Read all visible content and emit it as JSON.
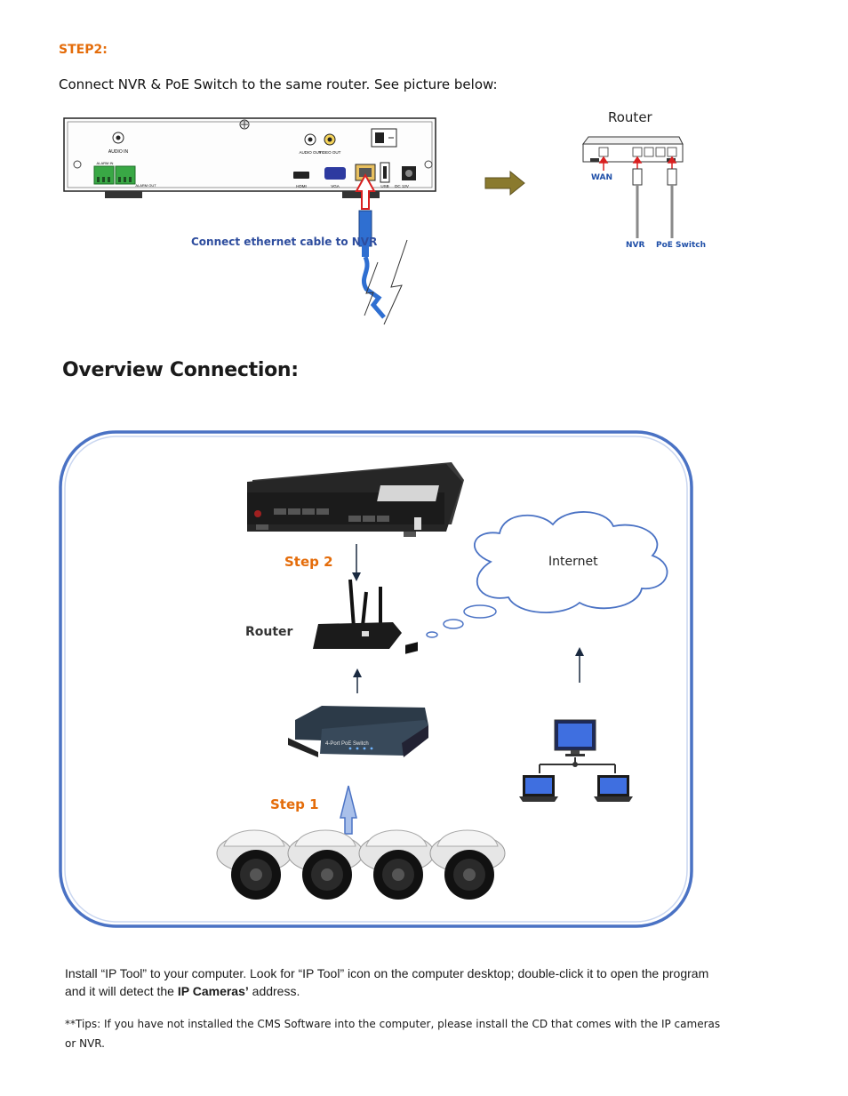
{
  "step2": {
    "title": "STEP2:",
    "description": "Connect NVR &  PoE Switch to the same router. See picture below:"
  },
  "nvr_panel": {
    "audio_in": "AUDIO IN",
    "audio_out": "AUDIO OUT",
    "video_out": "VIDEO OUT",
    "hdmi": "HDMI",
    "vga": "VGA",
    "lan": "LAN",
    "usb": "USB",
    "dc": "DC 12V",
    "alarm_out": "ALARM OUT",
    "alarm_in": "ALARM IN",
    "cable_caption": "Connect ethernet cable to NVR"
  },
  "router_top": {
    "title": "Router",
    "wan": "WAN",
    "nvr": "NVR",
    "poe": "PoE Switch"
  },
  "overview": {
    "title": "Overview Connection:",
    "step2": "Step 2",
    "step1": "Step 1",
    "router": "Router",
    "internet": "Internet",
    "poe_device": "4-Port PoE Switch"
  },
  "instructions": {
    "line1_a": "Install “IP Tool” to your computer.  Look for “IP Tool” icon on the computer desktop; double-click it to open the program and it will detect the ",
    "line1_bold": "IP Cameras’",
    "line1_b": " address.",
    "tips": "**Tips:  If you have not installed the CMS Software into the computer, please install the CD that comes with the IP cameras or NVR."
  },
  "colors": {
    "accent_orange": "#e46c0a",
    "frame_blue": "#4a72c4",
    "label_blue": "#1f4fa8"
  }
}
